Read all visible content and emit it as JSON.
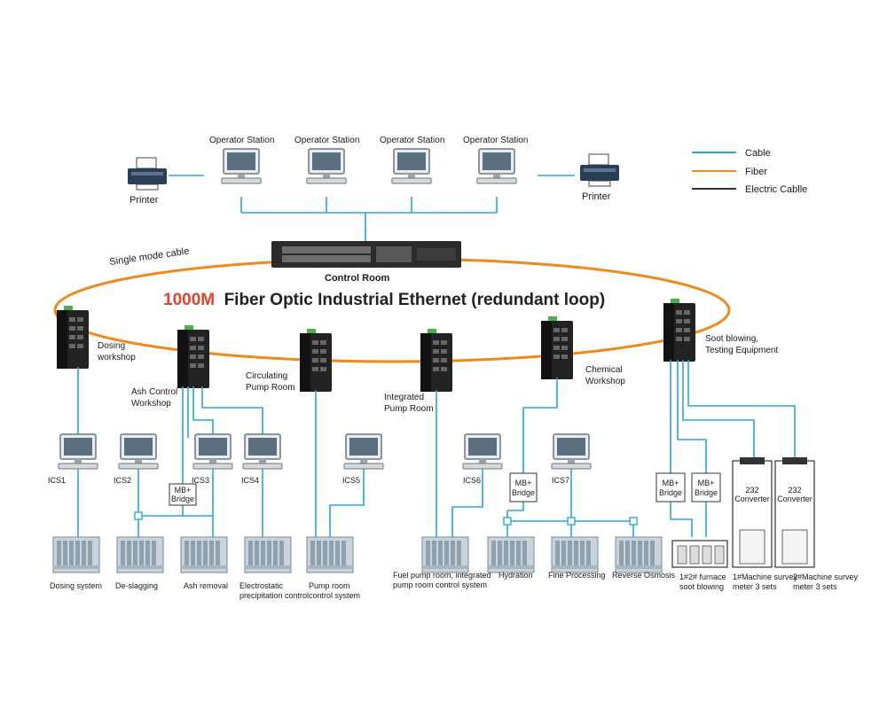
{
  "title": {
    "highlight": "1000M",
    "rest": "Fiber Optic Industrial Ethernet (redundant loop)"
  },
  "legend": [
    {
      "label": "Cable",
      "color": "#2aa7db"
    },
    {
      "label": "Fiber",
      "color": "#ee8a1d"
    },
    {
      "label": "Electric Cablle",
      "color": "#333333"
    }
  ],
  "operator_stations": [
    "Operator Station",
    "Operator Station",
    "Operator Station",
    "Operator Station"
  ],
  "printers": [
    "Printer",
    "Printer"
  ],
  "control_room": "Control Room",
  "single_mode_cable": "Single mode cable",
  "switches": [
    {
      "line1": "Dosing",
      "line2": "workshop"
    },
    {
      "line1": "Ash Control",
      "line2": "Workshop"
    },
    {
      "line1": "Circulating",
      "line2": "Pump Room"
    },
    {
      "line1": "Integrated",
      "line2": "Pump Room"
    },
    {
      "line1": "Chemical",
      "line2": "Workshop"
    },
    {
      "line1": "Soot blowing,",
      "line2": "Testing Equipment"
    }
  ],
  "ics": [
    "ICS1",
    "ICS2",
    "ICS3",
    "ICS4",
    "ICS5",
    "ICS6",
    "ICS7"
  ],
  "bridge": {
    "line1": "MB+",
    "line2": "Bridge"
  },
  "converter": {
    "line1": "232",
    "line2": "Converter"
  },
  "systems": [
    {
      "line1": "Dosing system",
      "line2": ""
    },
    {
      "line1": "De-slagging",
      "line2": ""
    },
    {
      "line1": "Ash removal",
      "line2": ""
    },
    {
      "line1": "Electrostatic",
      "line2": "precipitation control"
    },
    {
      "line1": "Pump room",
      "line2": "control system"
    },
    {
      "line1": "Fuel pump room, integrated",
      "line2": "pump room control system"
    },
    {
      "line1": "Hydration",
      "line2": ""
    },
    {
      "line1": "Fine Processing",
      "line2": ""
    },
    {
      "line1": "Reverse Osmosis",
      "line2": ""
    },
    {
      "line1": "1#2# furnace",
      "line2": "soot blowing"
    },
    {
      "line1": "1#Machine survey",
      "line2": "meter 3 sets"
    },
    {
      "line1": "2#Machine survey",
      "line2": "meter 3 sets"
    }
  ]
}
